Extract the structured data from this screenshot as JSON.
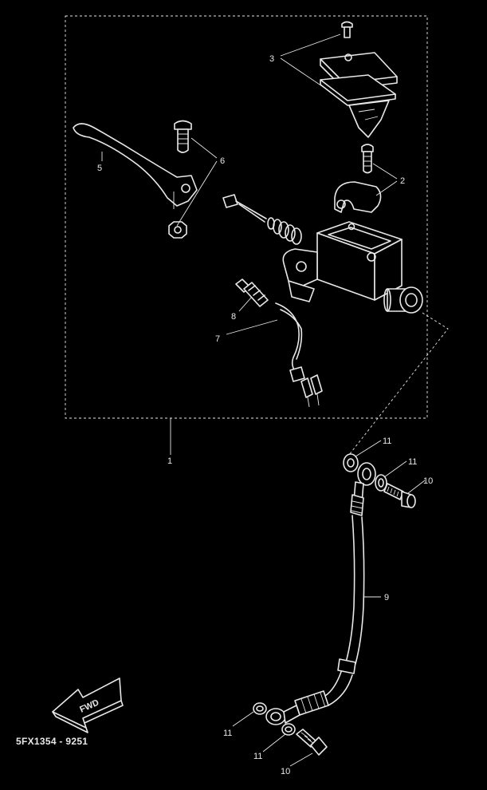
{
  "callouts": {
    "c1": "1",
    "c2": "2",
    "c3": "3",
    "c5": "5",
    "c6": "6",
    "c7": "7",
    "c8": "8",
    "c9": "9",
    "c10a": "10",
    "c10b": "10",
    "c11a": "11",
    "c11b": "11",
    "c11c": "11",
    "c11d": "11"
  },
  "fwd_label": "FWD",
  "diagram_code": "5FX1354 - 9251"
}
